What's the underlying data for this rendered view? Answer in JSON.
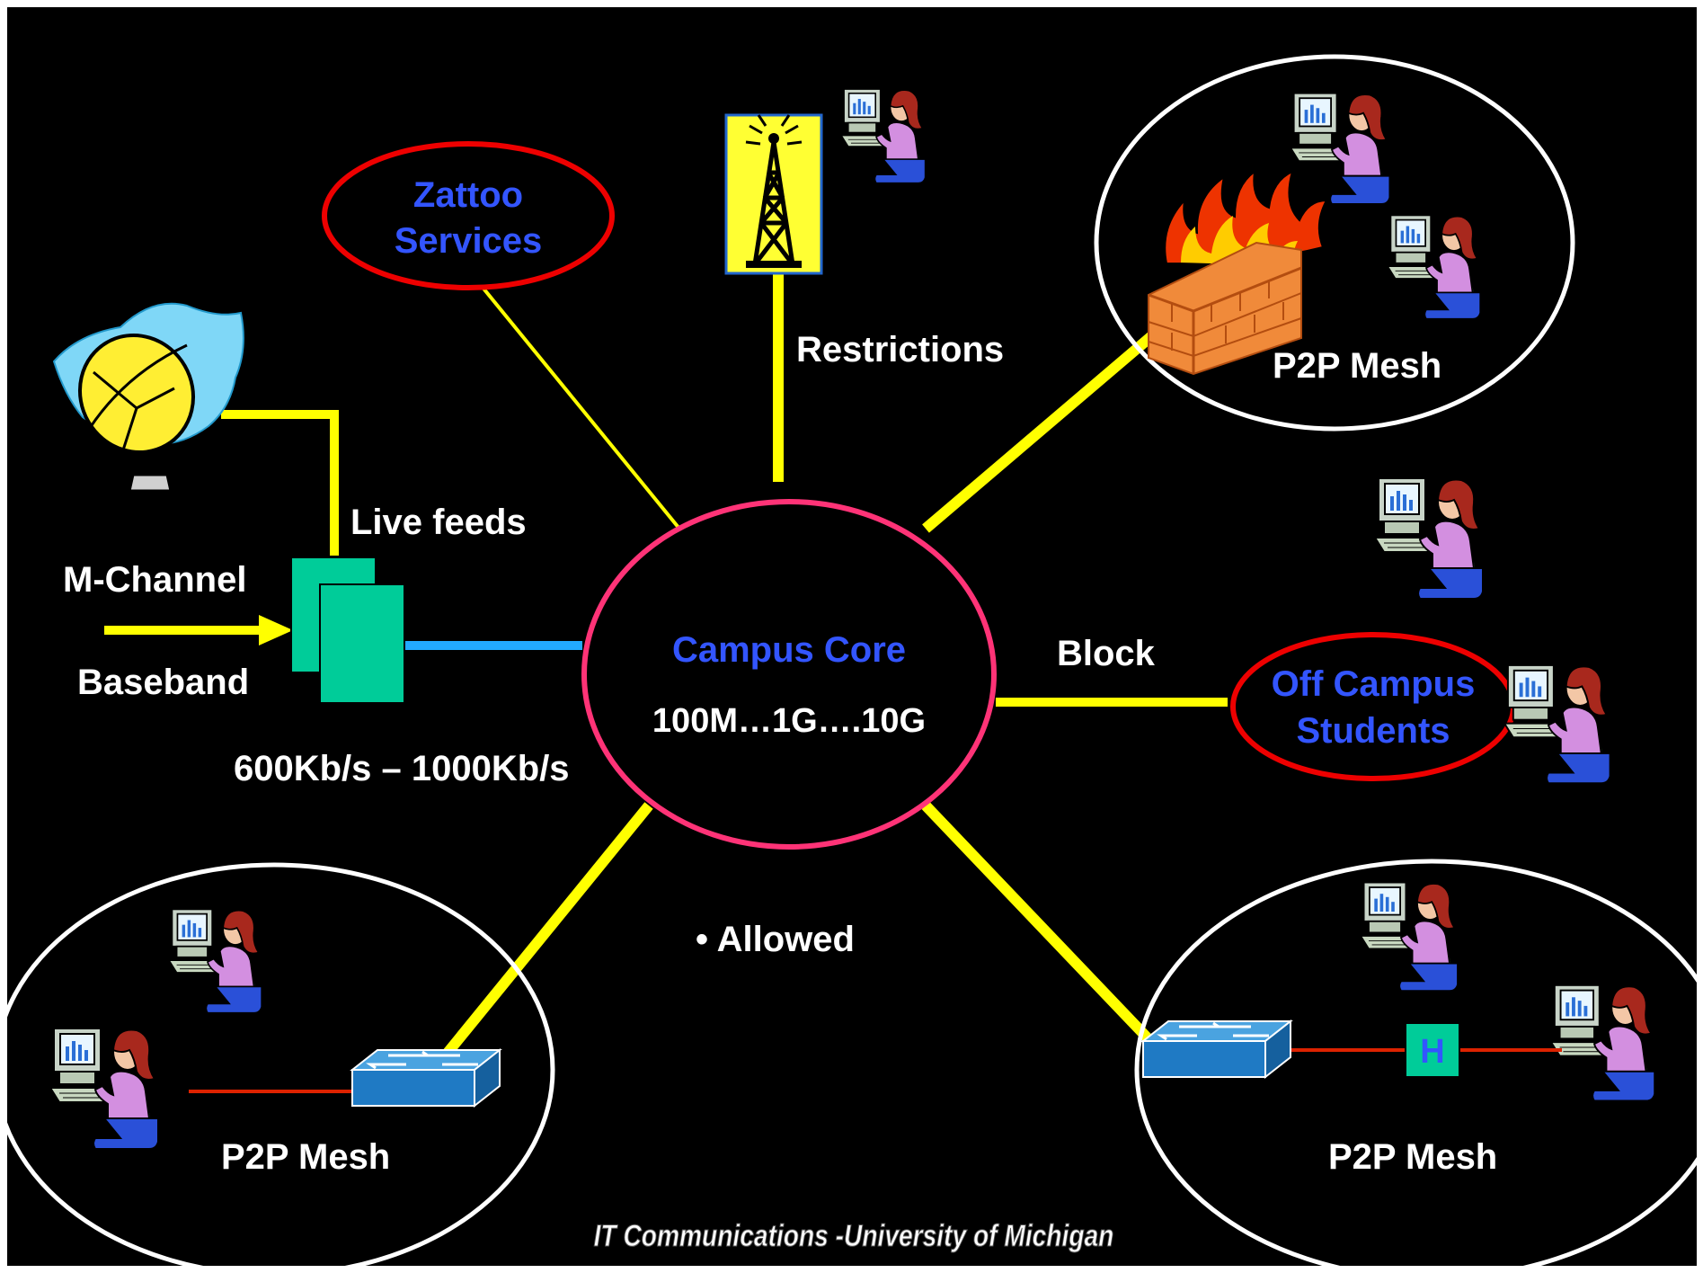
{
  "colors": {
    "background": "#000000",
    "link": "#ffff00",
    "core_ring": "#ff3377",
    "highlight_ring": "#ee0000",
    "group_ring": "#ffffff",
    "blue_text": "#3355ff",
    "white_text": "#ffffff",
    "encoder": "#00cc99",
    "uplink": "#22aaff",
    "p2p_link": "#dd2200"
  },
  "core": {
    "name": "Campus Core",
    "speeds": "100M…1G….10G"
  },
  "nodes": {
    "zattoo": {
      "line1": "Zattoo",
      "line2": "Services"
    },
    "off_campus": {
      "line1": "Off Campus",
      "line2": "Students"
    },
    "hub_label": "H"
  },
  "labels": {
    "restrictions": "Restrictions",
    "live_feeds": "Live feeds",
    "m_channel": "M-Channel",
    "baseband": "Baseband",
    "bitrate": "600Kb/s – 1000Kb/s",
    "block": "Block",
    "allowed": "• Allowed",
    "p2p_mesh_top_right": "P2P Mesh",
    "p2p_mesh_bottom_left": "P2P Mesh",
    "p2p_mesh_bottom_right": "P2P Mesh"
  },
  "icons": [
    "satellite-dish-icon",
    "transmission-tower-icon",
    "firewall-icon",
    "network-switch-icon",
    "hub-icon",
    "encoder-icon",
    "computer-user-icon"
  ],
  "footer": "IT Communications -University of Michigan"
}
